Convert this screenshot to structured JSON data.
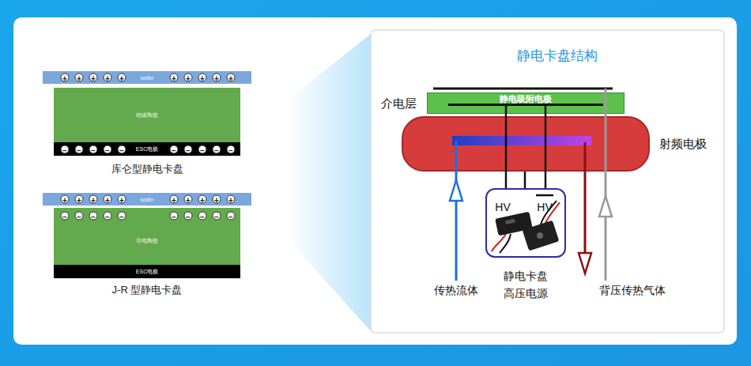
{
  "diagram": {
    "title": "静电卡盘结构",
    "nodes": [
      {
        "text": [
          "wafer"
        ]
      },
      {
        "text": [
          "绝缘陶瓷"
        ]
      },
      {
        "text": [
          "ESC电极"
        ]
      },
      {
        "text": [
          "wafer"
        ]
      },
      {
        "text": [
          "导电陶瓷"
        ]
      },
      {
        "text": [
          "ESC电极"
        ]
      },
      {
        "text": [
          "介电层"
        ]
      },
      {
        "text": [
          "静电吸附电极"
        ],
        "in": 6
      },
      {
        "text": [
          "射频电极"
        ]
      },
      {
        "text": [
          "静电卡盘 高压电源"
        ]
      }
    ],
    "edges": [
      {
        "from": 9,
        "to": 7,
        "arrow": "none"
      },
      {
        "from": 9,
        "to": 7,
        "arrow": "none"
      }
    ],
    "labels": [
      "库仑型静电卡盘",
      "+",
      "+",
      "+",
      "+",
      "+",
      "+",
      "+",
      "+",
      "+",
      "+",
      "−",
      "−",
      "−",
      "−",
      "−",
      "−",
      "−",
      "−",
      "−",
      "−",
      "J-R 型静电卡盘",
      "+",
      "+",
      "+",
      "+",
      "+",
      "+",
      "+",
      "+",
      "+",
      "+",
      "−",
      "−",
      "−",
      "−",
      "−",
      "−",
      "−",
      "−",
      "−",
      "−",
      "HV",
      "HV",
      "传热流体",
      "背压传热气体"
    ]
  }
}
